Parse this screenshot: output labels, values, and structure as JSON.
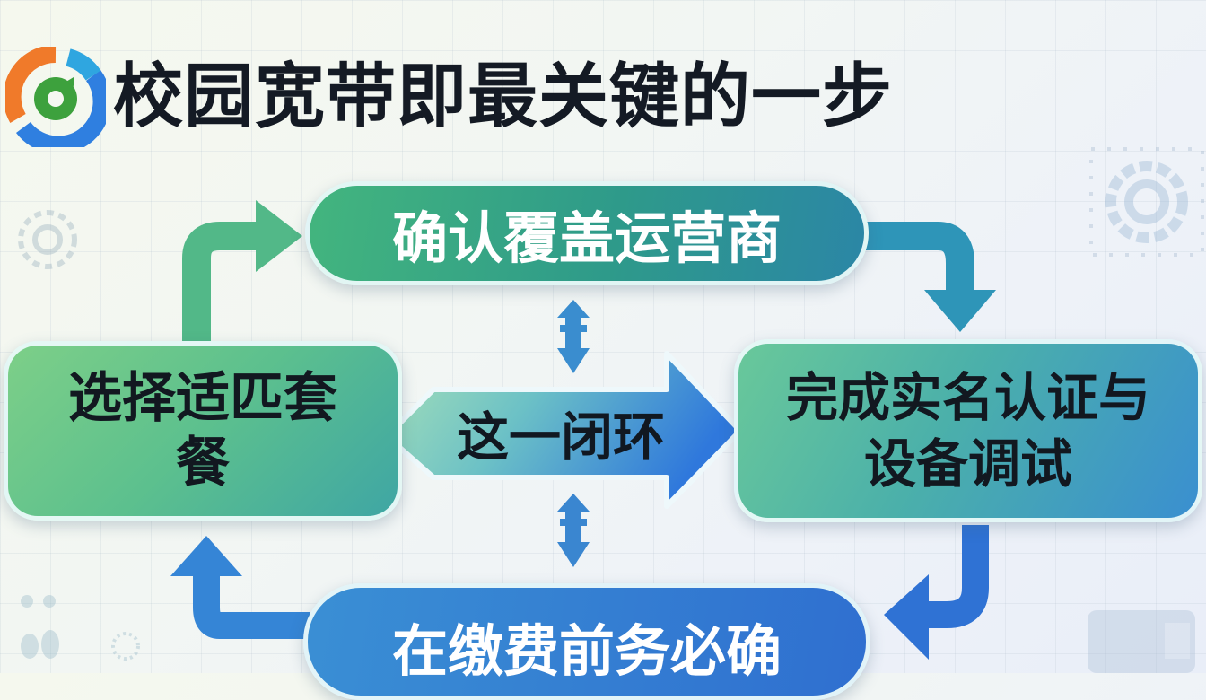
{
  "title": "校园宽带即最关键的一步",
  "logo": {
    "icon": "circular-brand-logo",
    "colors": [
      "#f07a2a",
      "#2f7fe0",
      "#2fa0e0",
      "#3da13d"
    ]
  },
  "cycle": {
    "top": {
      "label": "确认覆盖运营商"
    },
    "left": {
      "label_line1": "选择适匹套",
      "label_line2": "餐"
    },
    "right": {
      "label_line1": "完成实名认证与",
      "label_line2": "设备调试"
    },
    "bottom": {
      "label": "在缴费前务必确"
    },
    "center": {
      "label": "这一闭环"
    }
  },
  "colors": {
    "green": "#4cb884",
    "teal": "#2e95b0",
    "blue": "#2f7ad8",
    "title_text": "#141a24"
  }
}
